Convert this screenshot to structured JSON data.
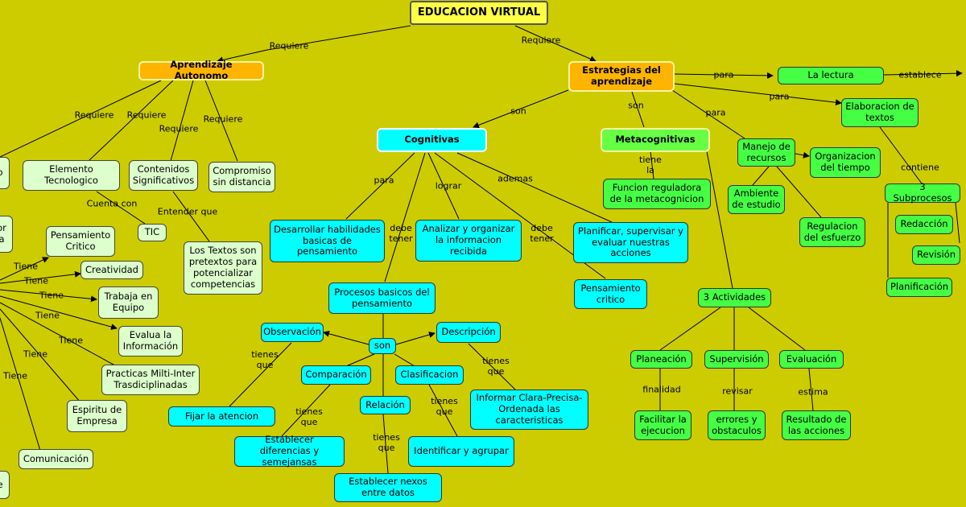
{
  "nodes": {
    "educacion_virtual": "EDUCACION VIRTUAL",
    "aprendizaje_autonomo": "Aprendizaje Autonomo",
    "estrategias": "Estrategias del aprendizaje",
    "elemento_tecnologico": "Elemento Tecnologico",
    "contenidos_significativos": "Contenidos Significativos",
    "compromiso": "Compromiso sin distancia",
    "tic": "TIC",
    "los_textos": "Los Textos son pretextos para potencializar competencias",
    "pensamiento_critico_left": "Pensamiento Critico",
    "creatividad": "Creatividad",
    "trabaja_equipo": "Trabaja en Equipo",
    "evalua_informacion": "Evalua la Información",
    "practicas": "Practicas Milti-Inter Trasdiciplinadas",
    "espiritu_empresa": "Espiritu de Empresa",
    "comunicacion": "Comunicación",
    "cut_o": "o",
    "cut_or_a": "or a",
    "cut_e": "e",
    "cognitivas": "Cognitivas",
    "metacognitivas": "Metacognitivas",
    "la_lectura": "La lectura",
    "elaboracion_textos": "Elaboracion de textos",
    "desarrollar_habilidades": "Desarrollar habilidades basicas de pensamiento",
    "analizar_organizar": "Analizar y organizar la informacion recibida",
    "planificar_supervisar": "Planificar, supervisar y evaluar nuestras acciones",
    "pensamiento_critico_right": "Pensamiento critico",
    "procesos_basicos": "Procesos basicos del pensamiento",
    "son_node": "son",
    "observacion": "Observación",
    "descripcion": "Descripción",
    "comparacion": "Comparación",
    "clasificacion": "Clasificacion",
    "relacion": "Relación",
    "fijar_atencion": "Fijar la atencion",
    "informar": "Informar Clara-Precisa-Ordenada las caracteristicas",
    "establecer_diferencias": "Establecer diferencias y semejansas",
    "identificar_agrupar": "Identificar y agrupar",
    "establecer_nexos": "Establecer nexos entre datos",
    "funcion_reguladora": "Funcion reguladora de la metacognicion",
    "manejo_recursos": "Manejo de recursos",
    "organizacion_tiempo": "Organizacion del tiempo",
    "ambiente_estudio": "Ambiente de estudio",
    "regulacion_esfuerzo": "Regulacion del esfuerzo",
    "tres_actividades": "3 Actividades",
    "planeacion": "Planeación",
    "supervision": "Supervisión",
    "evaluacion": "Evaluación",
    "facilitar_ejecucion": "Facilitar la ejecucion",
    "errores_obstaculos": "errores y obstaculos",
    "resultado_acciones": "Resultado de las acciones",
    "tres_subprocesos": "3 Subprocesos",
    "redaccion": "Redacción",
    "revision": "Revisión",
    "planificacion": "Planificación"
  },
  "links": {
    "requiere_left": "Requiere",
    "requiere_right": "Requiere",
    "requiere_a1": "Requiere",
    "requiere_a2": "Requiere",
    "requiere_a3": "Requiere",
    "requiere_a4": "Requiere",
    "cuenta_con": "Cuenta con",
    "entender_que": "Entender que",
    "tiene_1": "Tiene",
    "tiene_2": "Tiene",
    "tiene_3": "Tiene",
    "tiene_4": "Tiene",
    "tiene_5": "Tiene",
    "tiene_6": "Tiene",
    "tiene_7": "Tiene",
    "para_lectura": "para",
    "establece": "establece",
    "para_elaboracion": "para",
    "son_cog": "son",
    "son_meta": "son",
    "para_manejo": "para",
    "para_desarrollar": "para",
    "lograr": "lograr",
    "ademas": "ademas",
    "debe_tener_1": "debe tener",
    "debe_tener_2": "debe tener",
    "tienes_que_1": "tienes que",
    "tienes_que_2": "tienes que",
    "tienes_que_3": "tienes que",
    "tienes_que_4": "tienes que",
    "tienes_que_5": "tienes que",
    "tiene_la": "tiene la",
    "contiene": "contiene",
    "finalidad": "finalidad",
    "revisar": "revisar",
    "estima": "estima"
  },
  "colors": {
    "background": "#cccc00",
    "root": "#ffff44",
    "orange_node": "#ffb400",
    "pale_node": "#ddffcc",
    "cyan_node": "#00ffff",
    "green_node": "#44ff44"
  }
}
